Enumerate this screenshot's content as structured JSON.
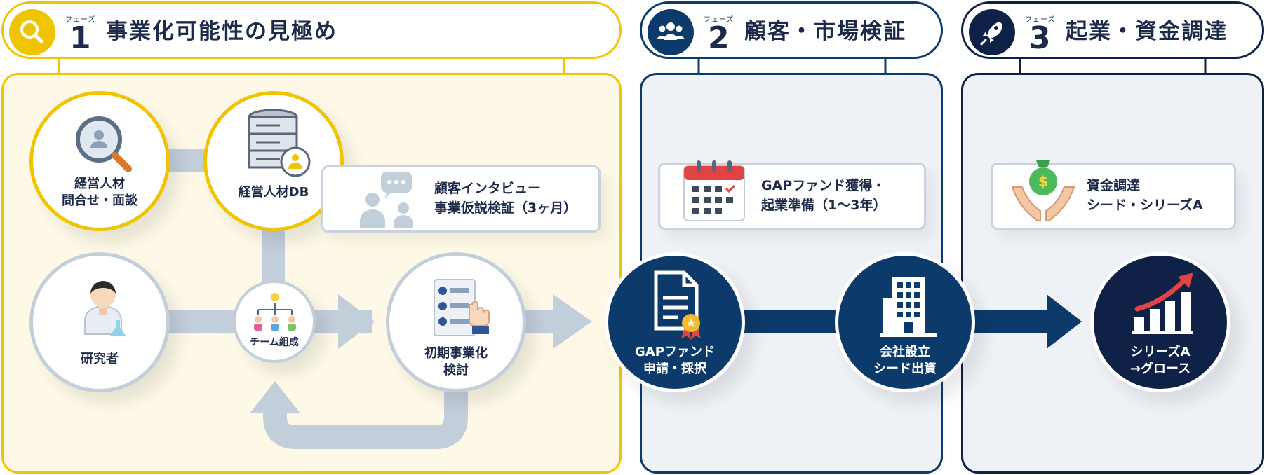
{
  "phases": [
    {
      "badge_icon": "magnifier-icon",
      "label_small": "フェーズ",
      "number": "1",
      "title": "事業化可能性の見極め",
      "color": "#f0c400"
    },
    {
      "badge_icon": "people-icon",
      "label_small": "フェーズ",
      "number": "2",
      "title": "顧客・市場検証",
      "color": "#0c3a6b"
    },
    {
      "badge_icon": "rocket-icon",
      "label_small": "フェーズ",
      "number": "3",
      "title": "起業・資金調達",
      "color": "#0f2147"
    }
  ],
  "phase1": {
    "nodes": {
      "management_inquiry": "経営人材\n問合せ・面談",
      "management_db": "経営人材DB",
      "researcher": "研究者",
      "team": "チーム組成",
      "initial_study": "初期事業化\n検討"
    },
    "card": "顧客インタビュー\n事業仮説検証（3ヶ月）"
  },
  "phase2": {
    "card": "GAPファンド獲得・\n起業準備（1〜3年）",
    "nodes": {
      "gap_apply": "GAPファンド\n申請・採択",
      "company": "会社設立\nシード出資"
    }
  },
  "phase3": {
    "card": "資金調達\nシード・シリーズA",
    "nodes": {
      "growth": "シリーズA\n→グロース"
    }
  },
  "colors": {
    "yellow": "#f0c400",
    "navy": "#0c3a6b",
    "dark_navy": "#0f2147",
    "connector": "#c3cedb",
    "panel1_bg": "#fdf9e6",
    "panel_bg": "#eef2f7"
  }
}
